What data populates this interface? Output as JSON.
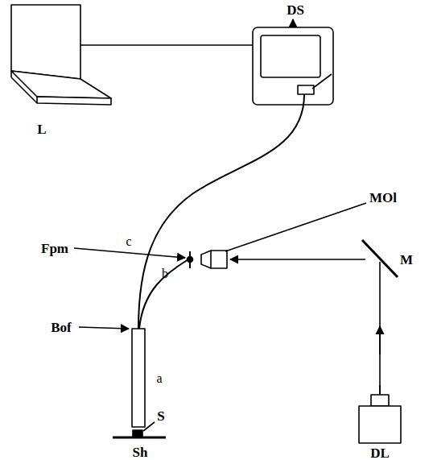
{
  "diagram": {
    "labels": [
      "L",
      "DS",
      "MOl",
      "Fpm",
      "M",
      "c",
      "b",
      "Bof",
      "a",
      "S",
      "Sh",
      "DL"
    ]
  }
}
